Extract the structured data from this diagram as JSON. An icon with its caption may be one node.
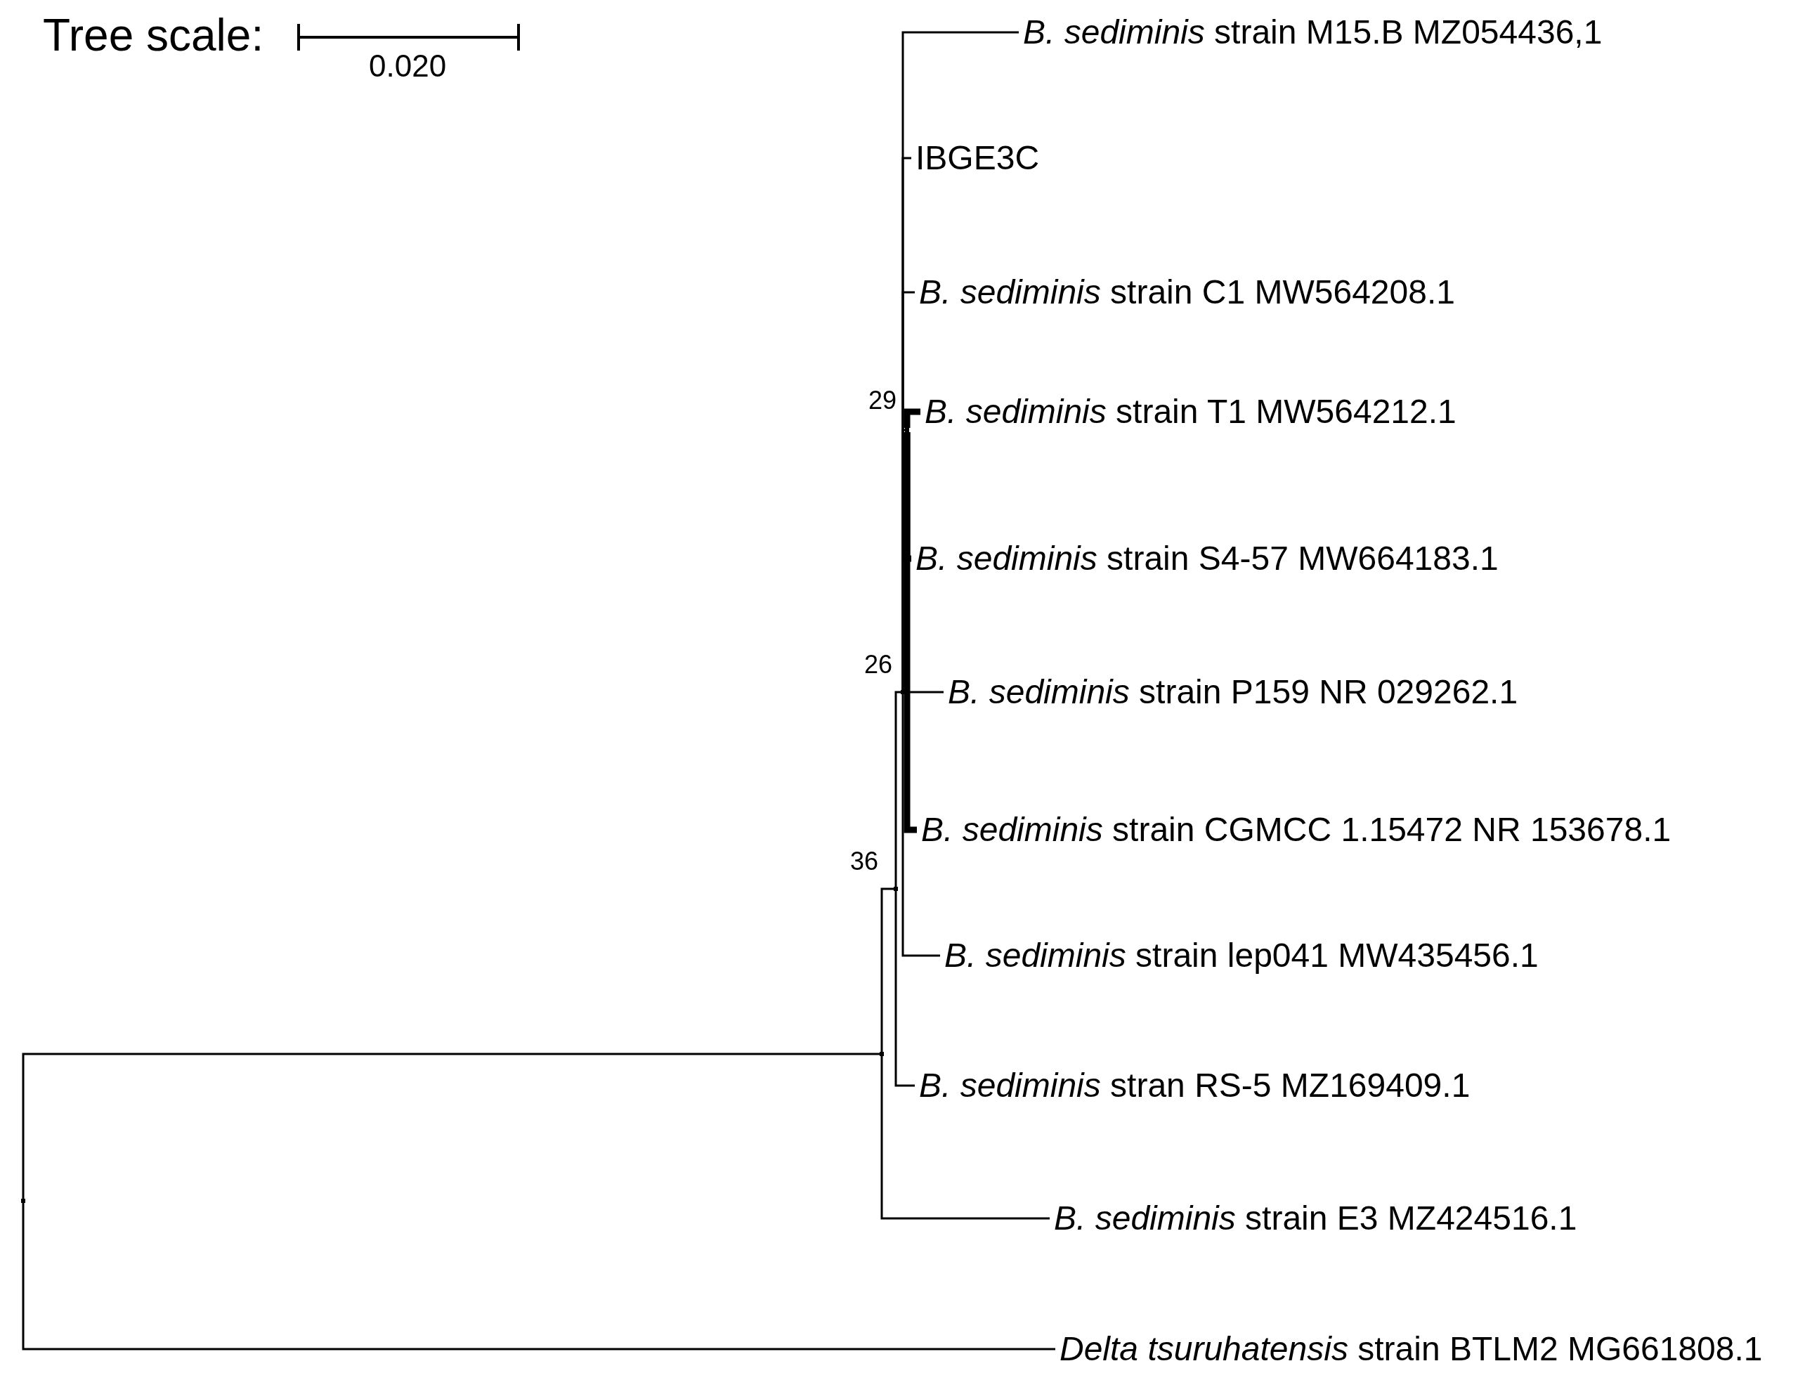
{
  "diagram": {
    "nodes": [
      {
        "text": [
          "*B. sediminis* strain M15.B MZ054436,1"
        ]
      },
      {
        "text": [
          "IBGE3C"
        ]
      },
      {
        "text": [
          "*B. sediminis* strain C1 MW564208.1"
        ]
      },
      {
        "text": [
          "*B. sediminis* strain T1 MW564212.1"
        ]
      },
      {
        "text": [
          "*B. sediminis* strain S4-57 MW664183.1"
        ]
      },
      {
        "text": [
          "*B. sediminis* strain P159 NR 029262.1"
        ]
      },
      {
        "text": [
          "*B. sediminis* strain CGMCC 1.15472 NR 153678.1"
        ]
      },
      {
        "text": [
          "*B. sediminis* strain lep041 MW435456.1"
        ]
      },
      {
        "text": [
          "*B. sediminis* stran RS-5 MZ169409.1"
        ]
      },
      {
        "text": [
          "*B. sediminis* strain E3 MZ424516.1"
        ]
      },
      {
        "text": [
          "*Delta tsuruhatensis* strain BTLM2 MG661808.1"
        ]
      },
      {
        "text": [],
        "shape": "point"
      },
      {
        "text": [],
        "shape": "point"
      },
      {
        "text": [],
        "shape": "point",
        "beside": [
          "36"
        ]
      },
      {
        "text": [],
        "shape": "point",
        "beside": [
          "26"
        ]
      },
      {
        "text": [],
        "shape": "point",
        "beside": [
          "29"
        ]
      }
    ],
    "edges": [
      {
        "from": 11,
        "to": 12,
        "arrow": "none"
      },
      {
        "from": 11,
        "to": 10,
        "arrow": "none"
      },
      {
        "from": 12,
        "to": 13,
        "arrow": "none"
      },
      {
        "from": 12,
        "to": 9,
        "arrow": "none"
      },
      {
        "from": 13,
        "to": 14,
        "arrow": "none"
      },
      {
        "from": 13,
        "to": 8,
        "arrow": "none"
      },
      {
        "from": 14,
        "to": 0,
        "arrow": "none"
      },
      {
        "from": 14,
        "to": 1,
        "arrow": "none"
      },
      {
        "from": 14,
        "to": 2,
        "arrow": "none"
      },
      {
        "from": 14,
        "to": 15,
        "arrow": "none"
      },
      {
        "from": 14,
        "to": 5,
        "arrow": "none"
      },
      {
        "from": 14,
        "to": 7,
        "arrow": "none"
      },
      {
        "from": 15,
        "to": 3,
        "arrow": "none",
        "style": "thick"
      },
      {
        "from": 15,
        "to": 4,
        "arrow": "none",
        "style": "thick"
      },
      {
        "from": 15,
        "to": 6,
        "arrow": "none",
        "style": "thick"
      }
    ],
    "labels": [
      "Tree scale:",
      "0.020"
    ]
  }
}
